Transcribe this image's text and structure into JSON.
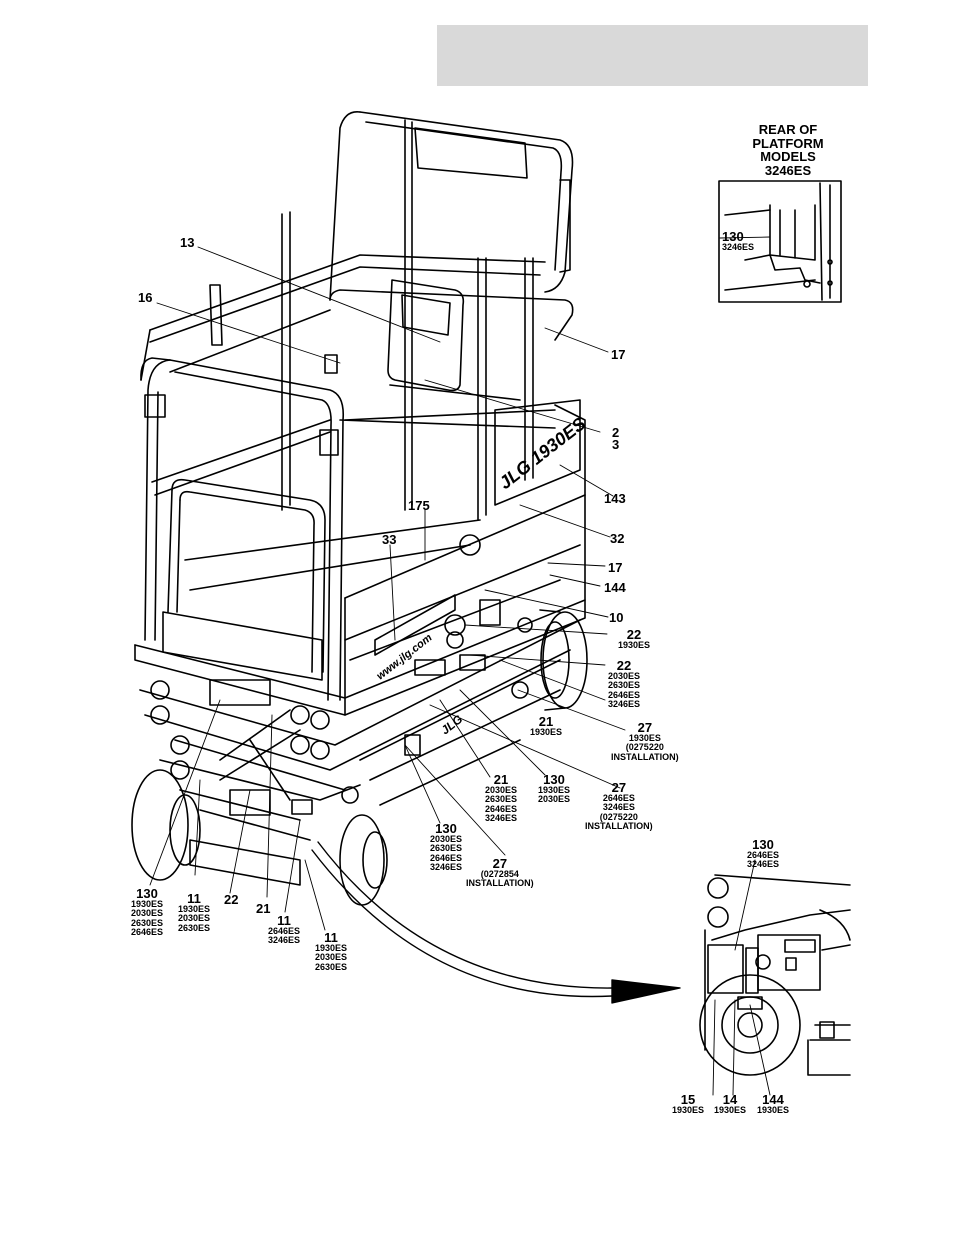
{
  "inset": {
    "title": "REAR OF\nPLATFORM\nMODELS\n3246ES"
  },
  "callouts": [
    {
      "id": "c13",
      "number": "13",
      "models": ""
    },
    {
      "id": "c16",
      "number": "16",
      "models": ""
    },
    {
      "id": "c17a",
      "number": "17",
      "models": ""
    },
    {
      "id": "c2",
      "number": "2",
      "models": ""
    },
    {
      "id": "c3",
      "number": "3",
      "models": ""
    },
    {
      "id": "c143",
      "number": "143",
      "models": ""
    },
    {
      "id": "c175",
      "number": "175",
      "models": ""
    },
    {
      "id": "c33",
      "number": "33",
      "models": ""
    },
    {
      "id": "c32",
      "number": "32",
      "models": ""
    },
    {
      "id": "c17b",
      "number": "17",
      "models": ""
    },
    {
      "id": "c144a",
      "number": "144",
      "models": ""
    },
    {
      "id": "c10",
      "number": "10",
      "models": ""
    },
    {
      "id": "c22a",
      "number": "22",
      "models": "1930ES"
    },
    {
      "id": "c22b",
      "number": "22",
      "models": "2030ES\n2630ES\n2646ES\n3246ES"
    },
    {
      "id": "c21a",
      "number": "21",
      "models": "1930ES"
    },
    {
      "id": "c27a",
      "number": "27",
      "models": "1930ES\n(0275220\nINSTALLATION)"
    },
    {
      "id": "c21b",
      "number": "21",
      "models": "2030ES\n2630ES\n2646ES\n3246ES"
    },
    {
      "id": "c130a",
      "number": "130",
      "models": "1930ES\n2030ES"
    },
    {
      "id": "c27b",
      "number": "27",
      "models": "2646ES\n3246ES\n(0275220\nINSTALLATION)"
    },
    {
      "id": "c130b",
      "number": "130",
      "models": "2030ES\n2630ES\n2646ES\n3246ES"
    },
    {
      "id": "c27c",
      "number": "27",
      "models": "(0272854\nINSTALLATION)"
    },
    {
      "id": "c130c",
      "number": "130",
      "models": "1930ES\n2030ES\n2630ES\n2646ES"
    },
    {
      "id": "c11a",
      "number": "11",
      "models": "1930ES\n2030ES\n2630ES"
    },
    {
      "id": "c22c",
      "number": "22",
      "models": ""
    },
    {
      "id": "c21c",
      "number": "21",
      "models": ""
    },
    {
      "id": "c11b",
      "number": "11",
      "models": "2646ES\n3246ES"
    },
    {
      "id": "c11c",
      "number": "11",
      "models": "1930ES\n2030ES\n2630ES"
    },
    {
      "id": "c130d",
      "number": "130",
      "models": "3246ES"
    },
    {
      "id": "c130e",
      "number": "130",
      "models": "2646ES\n3246ES"
    },
    {
      "id": "c15",
      "number": "15",
      "models": "1930ES"
    },
    {
      "id": "c14",
      "number": "14",
      "models": "1930ES"
    },
    {
      "id": "c144b",
      "number": "144",
      "models": "1930ES"
    }
  ],
  "decals": {
    "side_brand": "JLG 1930ES",
    "web": "www.jlg.com",
    "bottom_brand": "JLG"
  }
}
